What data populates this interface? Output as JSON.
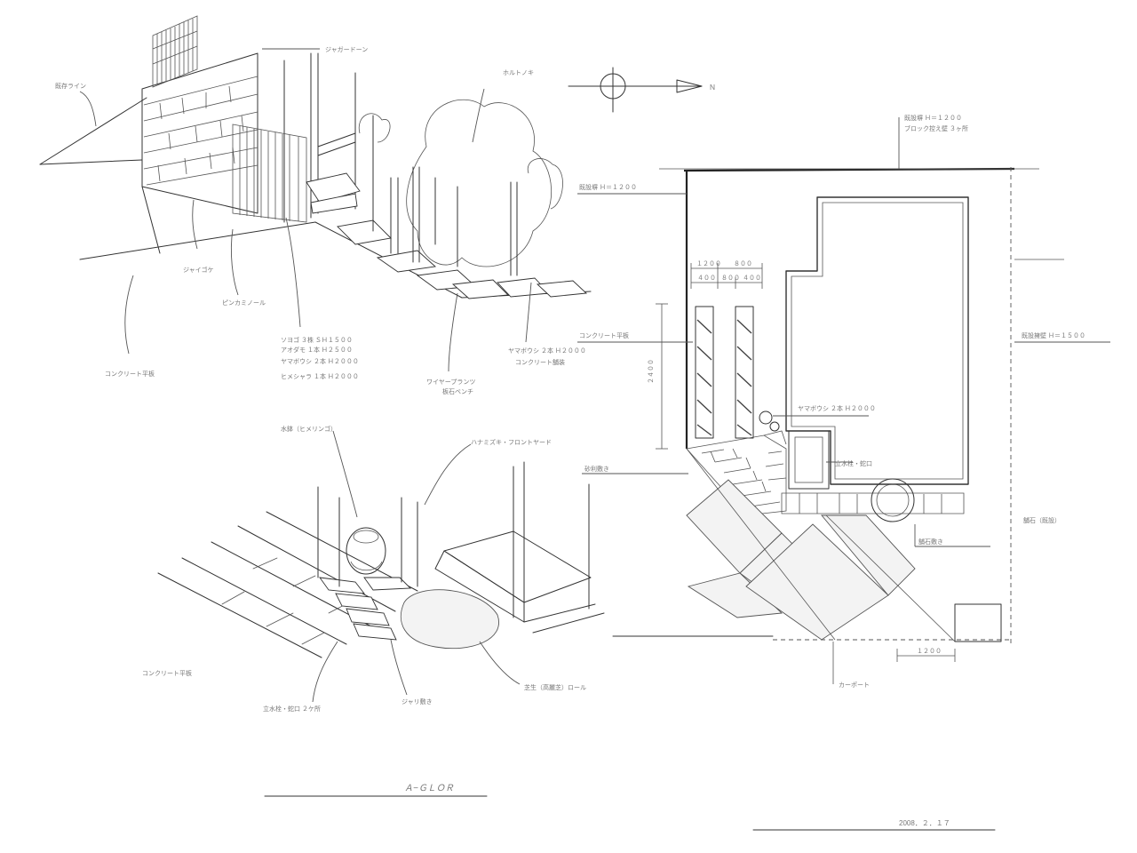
{
  "sheet": {
    "title": "Ａ−ＧＬＯＲ",
    "date": "2008．２．１７",
    "north_mark": "Ｎ"
  },
  "sketch_top": {
    "labels": [
      "既存ライン",
      "ジャガードーン",
      "ホルトノキ",
      "ジャイゴケ",
      "ピンカミノール",
      "ソヨゴ  ３株  ＳＨ１５００",
      "アオダモ  １本  Ｈ２５００",
      "ヤマボウシ  ２本  Ｈ２０００",
      "ヒメシャラ  １本  Ｈ２０００",
      "コンクリート平板",
      "ワイヤープランツ",
      "板石ベンチ",
      "ヤマボウシ  ２本  Ｈ２０００",
      "コンクリート舗装"
    ]
  },
  "sketch_bottom": {
    "labels": [
      "水鉢（ヒメリンゴ）",
      "ハナミズキ・フロントヤード",
      "コンクリート平板",
      "立水栓・蛇口  ２ケ所",
      "ジャリ敷き",
      "芝生（高麗芝）ロール"
    ]
  },
  "plan": {
    "labels": [
      "既設塀  Ｈ＝１２００",
      "ブロック控え壁  ３ヶ所",
      "既設塀  Ｈ＝１２００",
      "既設擁壁  Ｈ＝１５００",
      "コンクリート平板",
      "ヤマボウシ  ２本  Ｈ２０００",
      "立水栓・蛇口",
      "砂利敷き",
      "舗石（既設）",
      "舗石敷き",
      "カーポート"
    ],
    "dims": [
      "１２００",
      "８００",
      "４００",
      "８００",
      "４００",
      "２４００",
      "１２００"
    ]
  }
}
